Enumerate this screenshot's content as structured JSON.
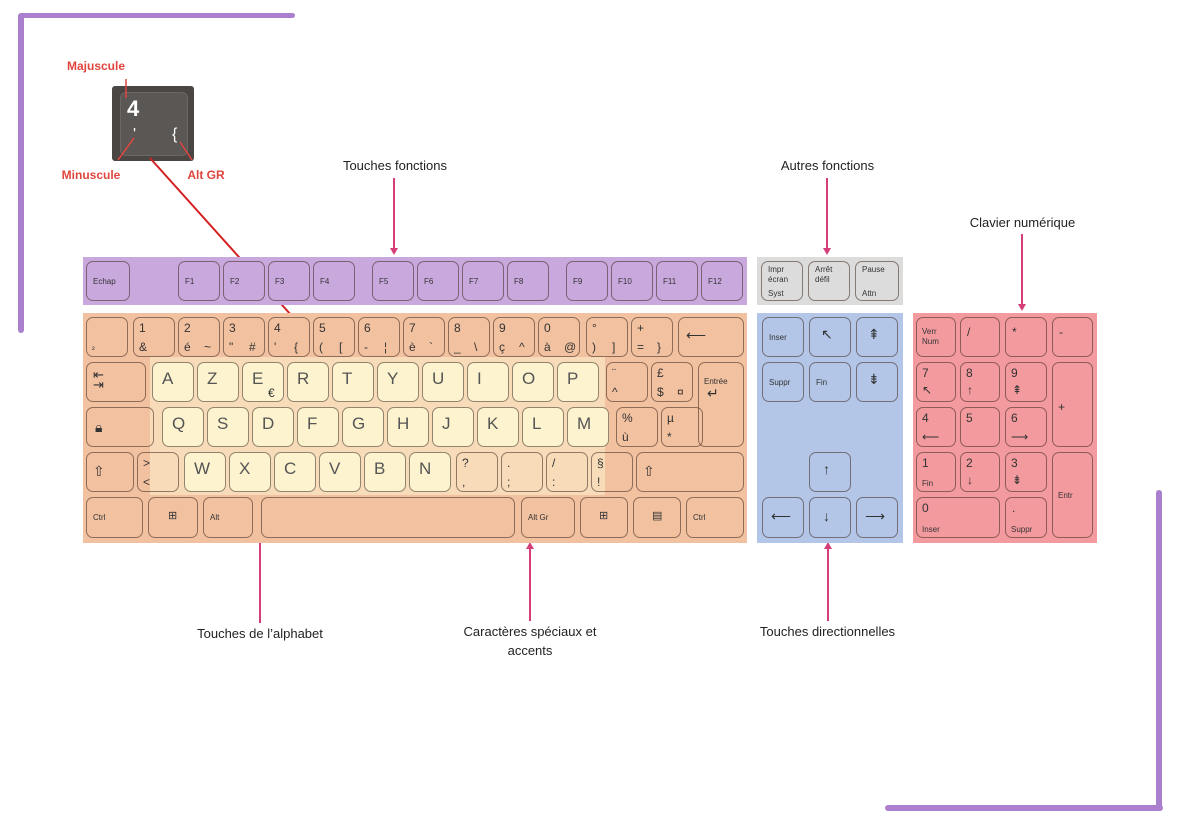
{
  "inset": {
    "majuscule": "Majuscule",
    "minuscule": "Minuscule",
    "altgr": "Alt GR",
    "key_main": "4",
    "key_low": "'",
    "key_alt": "{"
  },
  "callouts": {
    "fonctions": "Touches fonctions",
    "autres": "Autres fonctions",
    "numerique": "Clavier numérique",
    "alphabet": "Touches de l’alphabet",
    "speciaux_1": "Caractères spéciaux et",
    "speciaux_2": "accents",
    "directionnelles": "Touches directionnelles"
  },
  "fkeys": [
    "Echap",
    "F1",
    "F2",
    "F3",
    "F4",
    "F5",
    "F6",
    "F7",
    "F8",
    "F9",
    "F10",
    "F11",
    "F12"
  ],
  "other_keys": [
    {
      "top": "Impr",
      "mid": "écran",
      "bot": "Syst"
    },
    {
      "top": "Arrêt",
      "mid": "défil",
      "bot": ""
    },
    {
      "top": "Pause",
      "mid": "",
      "bot": "Attn"
    }
  ],
  "row1": [
    {
      "tl": "",
      "bl": "²",
      "br": ""
    },
    {
      "tl": "1",
      "bl": "&",
      "br": ""
    },
    {
      "tl": "2",
      "bl": "é",
      "br": "~"
    },
    {
      "tl": "3",
      "bl": "\"",
      "br": "#"
    },
    {
      "tl": "4",
      "bl": "'",
      "br": "{"
    },
    {
      "tl": "5",
      "bl": "(",
      "br": "["
    },
    {
      "tl": "6",
      "bl": "-",
      "br": "¦"
    },
    {
      "tl": "7",
      "bl": "è",
      "br": "`"
    },
    {
      "tl": "8",
      "bl": "_",
      "br": "\\"
    },
    {
      "tl": "9",
      "bl": "ç",
      "br": "^"
    },
    {
      "tl": "0",
      "bl": "à",
      "br": "@"
    },
    {
      "tl": "°",
      "bl": ")",
      "br": "]"
    },
    {
      "tl": "+",
      "bl": "=",
      "br": "}"
    }
  ],
  "row2_alpha": [
    "A",
    "Z",
    "E",
    "R",
    "T",
    "Y",
    "U",
    "I",
    "O",
    "P"
  ],
  "row2_extra": [
    {
      "tl": "¨",
      "bl": "^",
      "br": ""
    },
    {
      "tl": "£",
      "bl": "$",
      "br": "¤"
    }
  ],
  "euro": "€",
  "entree": "Entrée",
  "row3_alpha": [
    "Q",
    "S",
    "D",
    "F",
    "G",
    "H",
    "J",
    "K",
    "L",
    "M"
  ],
  "row3_extra": [
    {
      "tl": "%",
      "bl": "ù",
      "br": ""
    },
    {
      "tl": "µ",
      "bl": "*",
      "br": ""
    }
  ],
  "row4_lt": {
    "tl": ">",
    "bl": "<"
  },
  "row4_alpha": [
    "W",
    "X",
    "C",
    "V",
    "B",
    "N"
  ],
  "row4_extra": [
    {
      "tl": "?",
      "bl": ",",
      "br": ""
    },
    {
      "tl": ".",
      "bl": ";",
      "br": ""
    },
    {
      "tl": "/",
      "bl": ":",
      "br": ""
    },
    {
      "tl": "§",
      "bl": "!",
      "br": ""
    }
  ],
  "bottom": {
    "ctrl": "Ctrl",
    "alt": "Alt",
    "altgr": "Alt Gr",
    "ctrl_r": "Ctrl"
  },
  "nav": {
    "inser": "Inser",
    "suppr": "Suppr",
    "fin": "Fin"
  },
  "numpad": {
    "verr_1": "Verr",
    "verr_2": "Num",
    "slash": "/",
    "star": "*",
    "minus": "-",
    "plus": "+",
    "k7": "7",
    "k8": "8",
    "k9": "9",
    "k4": "4",
    "k5": "5",
    "k6": "6",
    "k1": "1",
    "k2": "2",
    "k3": "3",
    "k0": "0",
    "dot": ".",
    "fin": "Fin",
    "inser": "Inser",
    "suppr": "Suppr",
    "entr": "Entr"
  },
  "colors": {
    "function_zone": "#c9a8dd",
    "other_zone": "#dcdcdc",
    "main_zone": "#f2c1a0",
    "alpha_zone": "#fdf3cf",
    "nav_zone": "#b3c6e8",
    "numpad_zone": "#f39a9e",
    "callout_arrow": "#d43f7a",
    "frame": "#a97fce"
  }
}
